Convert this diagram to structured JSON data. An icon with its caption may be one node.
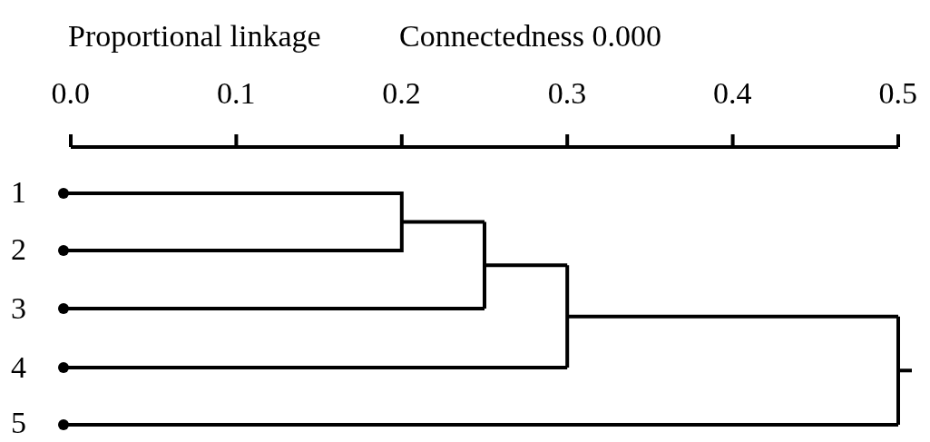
{
  "diagram": {
    "title": "Proportional linkage",
    "labels": [
      "Connectedness 0.000",
      "0.0",
      "0.1",
      "0.2",
      "0.3",
      "0.4",
      "0.5",
      "1",
      "2",
      "3",
      "4",
      "5"
    ]
  }
}
